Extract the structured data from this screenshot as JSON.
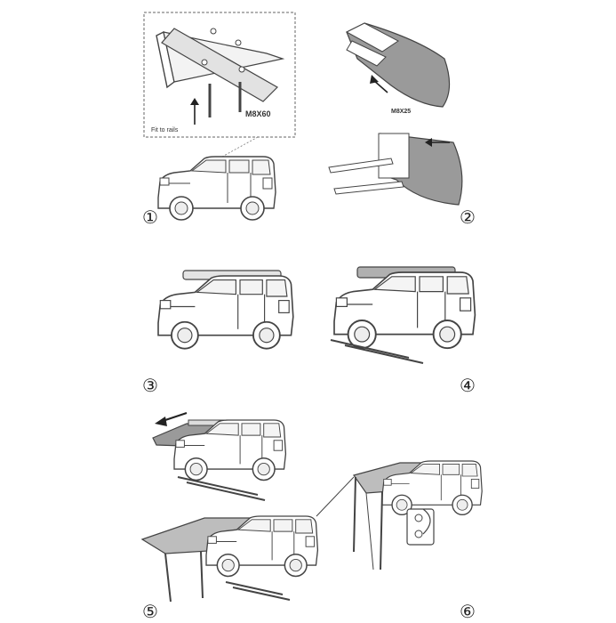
{
  "steps": [
    {
      "number": "①"
    },
    {
      "number": "②"
    },
    {
      "number": "③"
    },
    {
      "number": "④"
    },
    {
      "number": "⑤"
    },
    {
      "number": "⑥"
    }
  ],
  "labels": {
    "bolt_size_1": "M8X60",
    "fit_to_rails": "Fit to rails",
    "bolt_size_2": "M8X25"
  },
  "colors": {
    "line": "#444444",
    "fabric": "#bdbdbd",
    "fabric_dark": "#8f8f8f",
    "background": "#ffffff"
  }
}
